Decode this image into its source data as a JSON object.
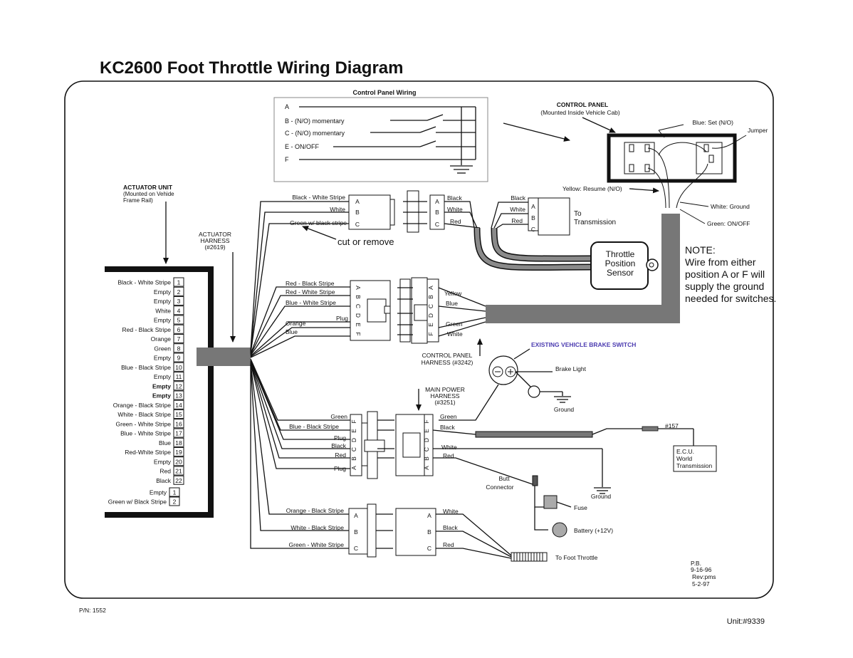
{
  "title": "KC2600  Foot Throttle Wiring Diagram",
  "part_number": "P/N: 1552",
  "unit": "Unit:#9339",
  "revision": [
    "P.B.",
    "9-16-96",
    "Rev:pms",
    "5-2-97"
  ],
  "control_panel_wiring": {
    "heading": "Control Panel Wiring",
    "rows": [
      "A",
      "B - (N/O) momentary",
      "C - (N/O) momentary",
      "E - ON/OFF",
      "F"
    ]
  },
  "control_panel": {
    "heading": "CONTROL PANEL",
    "subheading": "(Mounted Inside Vehicle Cab)",
    "labels": [
      "Blue: Set (N/O)",
      "Jumper",
      "Yellow: Resume (N/O)",
      "White: Ground",
      "Green: ON/OFF"
    ]
  },
  "actuator_unit": {
    "heading": "ACTUATOR  UNIT",
    "sub1": "(Mounted on Vehide",
    "sub2": "Frame Rail)",
    "pins": [
      {
        "label": "Black - White Stripe",
        "num": "1"
      },
      {
        "label": "Empty",
        "num": "2"
      },
      {
        "label": "Empty",
        "num": "3"
      },
      {
        "label": "White",
        "num": "4"
      },
      {
        "label": "Empty",
        "num": "5"
      },
      {
        "label": "Red - Black Stripe",
        "num": "6"
      },
      {
        "label": "Orange",
        "num": "7"
      },
      {
        "label": "Green",
        "num": "8"
      },
      {
        "label": "Empty",
        "num": "9"
      },
      {
        "label": "Blue - Black Stripe",
        "num": "10"
      },
      {
        "label": "Empty",
        "num": "11"
      },
      {
        "label": "Empty",
        "num": "12"
      },
      {
        "label": "Empty",
        "num": "13"
      },
      {
        "label": "Orange - Black Stripe",
        "num": "14"
      },
      {
        "label": "White - Black Stripe",
        "num": "15"
      },
      {
        "label": "Green - White Stripe",
        "num": "16"
      },
      {
        "label": "Blue - White Stripe",
        "num": "17"
      },
      {
        "label": "Blue",
        "num": "18"
      },
      {
        "label": "Red-White Stripe",
        "num": "19"
      },
      {
        "label": "Empty",
        "num": "20"
      },
      {
        "label": "Red",
        "num": "21"
      },
      {
        "label": "Black",
        "num": "22"
      }
    ],
    "aux_pins": [
      {
        "label": "Empty",
        "num": "1"
      },
      {
        "label": "Green w/ Black Stripe",
        "num": "2"
      }
    ]
  },
  "actuator_harness": [
    "ACTUATOR",
    "HARNESS",
    "(#2619)"
  ],
  "tps_connector": {
    "left_wires": [
      "Black - White Stripe",
      "White",
      "Green w/ black stripe"
    ],
    "pins": [
      "A",
      "B",
      "C"
    ],
    "right_wires": [
      "Black",
      "White",
      "Red"
    ],
    "cut_note": "cut or remove",
    "to_transmission": [
      "To",
      "Transmission"
    ],
    "sensor": [
      "Throttle",
      "Position",
      "Sensor"
    ]
  },
  "note": [
    "NOTE:",
    "Wire from either",
    "position A or F will",
    "supply the ground",
    "needed for switches."
  ],
  "panel_connector": {
    "left_wires": [
      "Red - Black Stripe",
      "Red - White Stripe",
      "Blue - White Stripe",
      "Plug",
      "Orange",
      "Blue"
    ],
    "pins": [
      "A",
      "B",
      "C",
      "D",
      "E",
      "F"
    ],
    "right_wires": [
      "Yellow",
      "Blue",
      "Green",
      "White"
    ],
    "harness": [
      "CONTROL PANEL",
      "HARNESS  (#3242)"
    ]
  },
  "brake_switch": {
    "heading": "EXISTING VEHICLE BRAKE SWITCH",
    "brake_light": "Brake Light",
    "ground": "Ground"
  },
  "power_connector": {
    "harness": [
      "MAIN POWER",
      "HARNESS",
      "(#3251)"
    ],
    "left_wires": [
      "Green",
      "Blue - Black Stripe",
      "Plug",
      "Black",
      "Red",
      "Plug"
    ],
    "pins": [
      "F",
      "E",
      "D",
      "C",
      "B",
      "A"
    ],
    "right_wires": [
      "Green",
      "Black",
      "White",
      "Red"
    ],
    "ecu_ref": "#157",
    "ecu": [
      "E.C.U.",
      "World",
      "Transmission"
    ],
    "ground": "Ground",
    "butt": [
      "Butt",
      "Connector"
    ],
    "fuse": "Fuse",
    "battery": "Battery (+12V)"
  },
  "foot_connector": {
    "left_wires": [
      "Orange - Black Stripe",
      "White - Black Stripe",
      "Green - White Stripe"
    ],
    "pins": [
      "A",
      "B",
      "C"
    ],
    "right_wires": [
      "White",
      "Black",
      "Red"
    ],
    "to_foot": "To Foot Throttle"
  }
}
